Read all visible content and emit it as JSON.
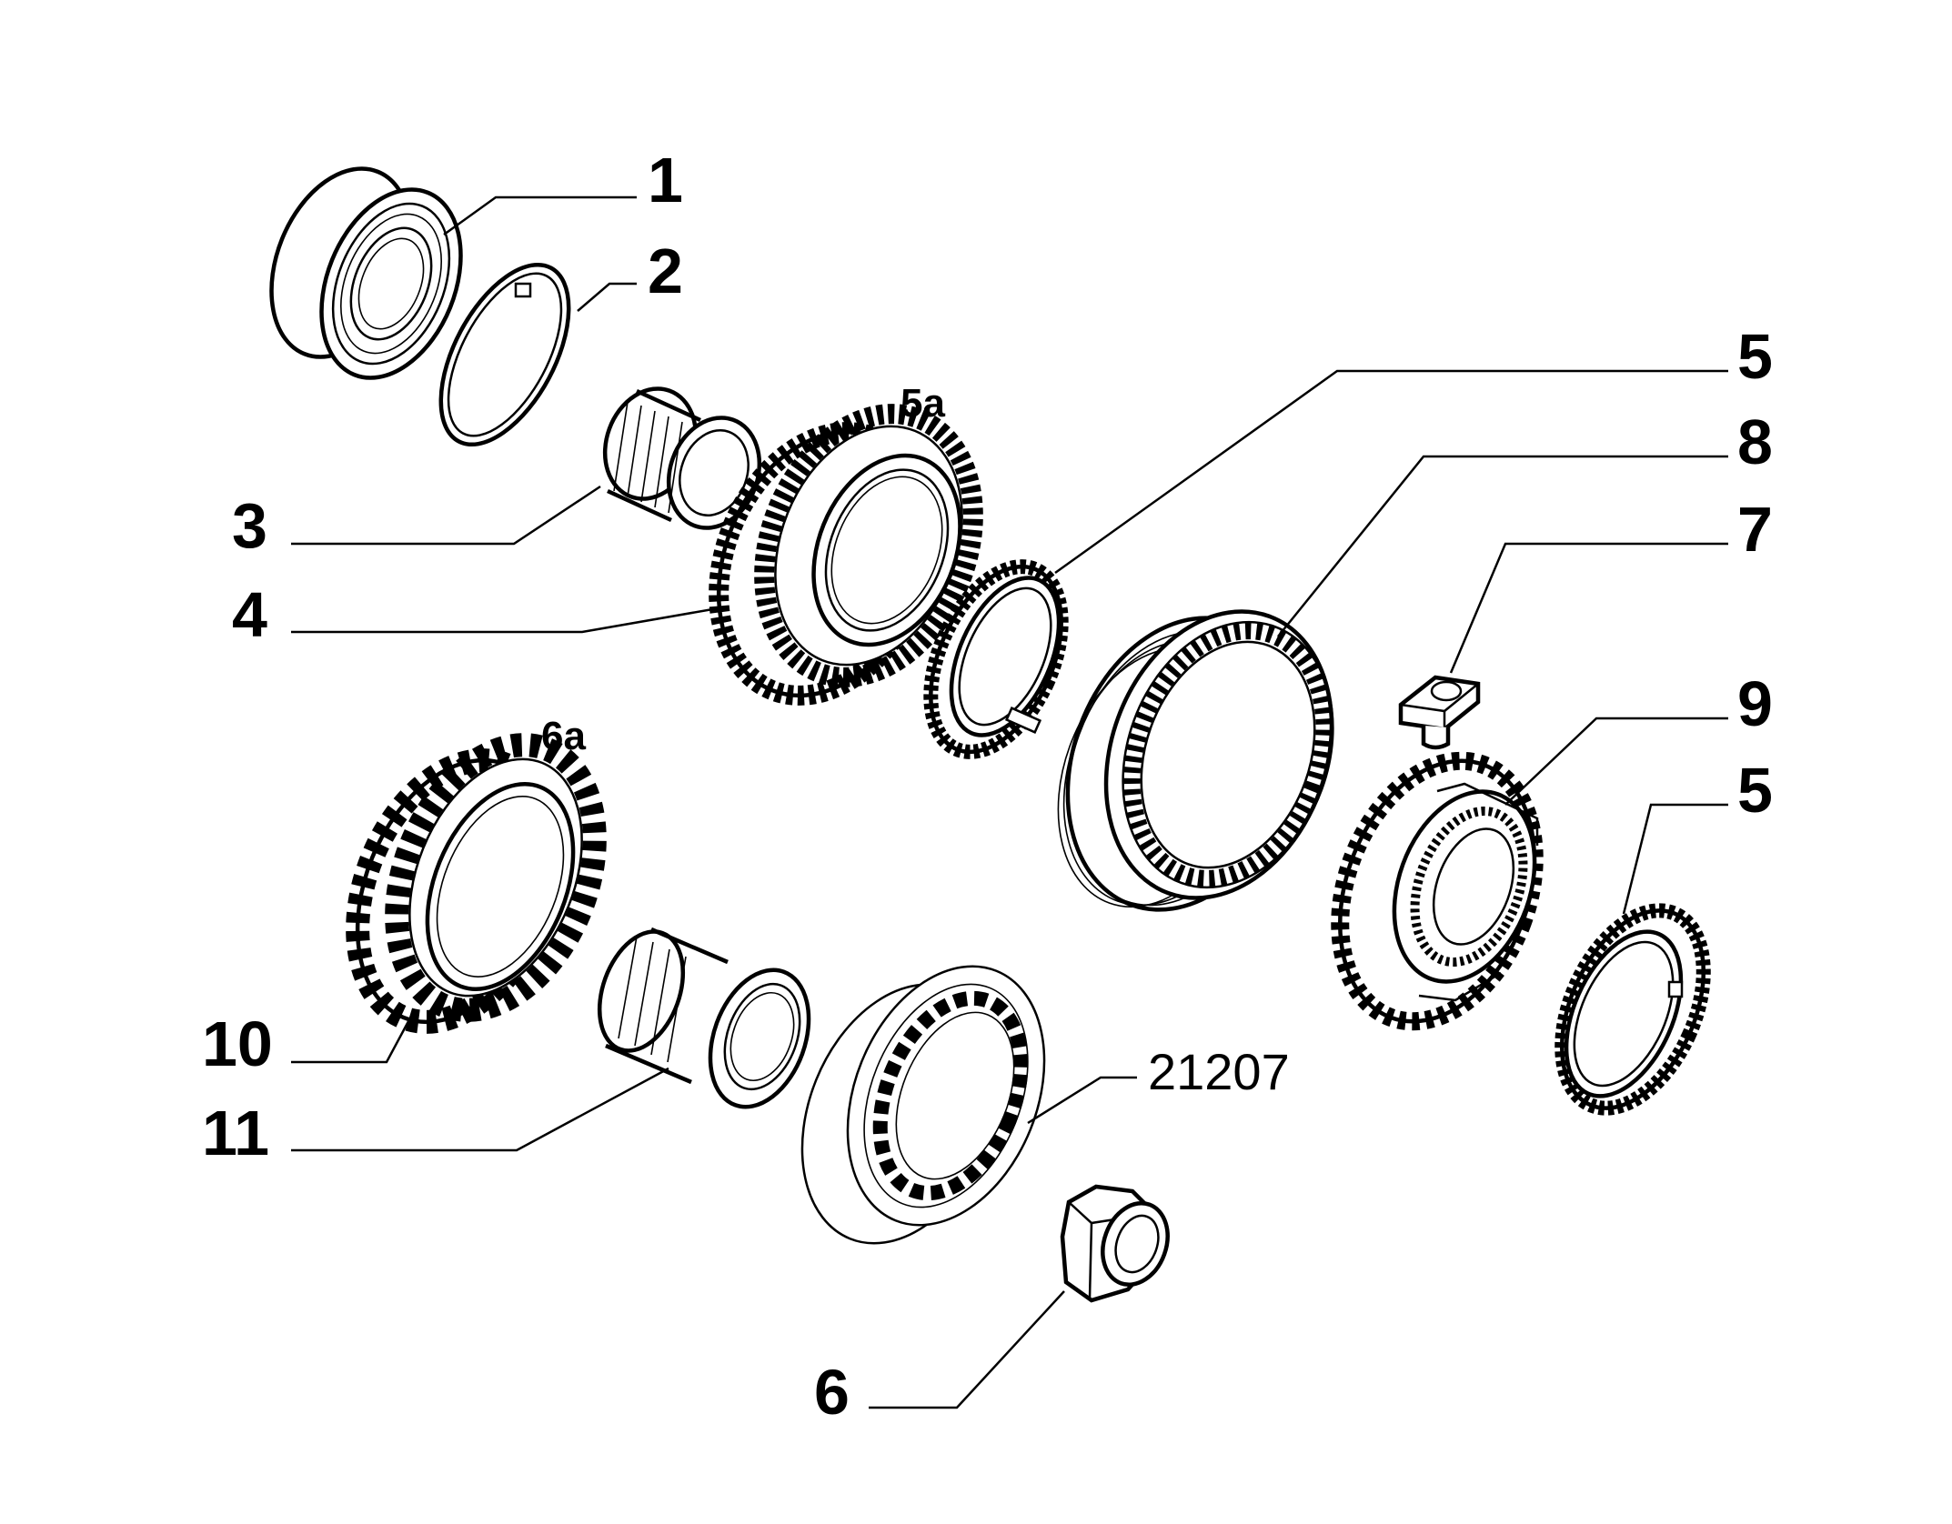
{
  "diagram": {
    "callouts": [
      {
        "id": "c1",
        "text": "1"
      },
      {
        "id": "c2",
        "text": "2"
      },
      {
        "id": "c3",
        "text": "3"
      },
      {
        "id": "c4",
        "text": "4"
      },
      {
        "id": "c5a",
        "text": "5a"
      },
      {
        "id": "c5top",
        "text": "5"
      },
      {
        "id": "c8",
        "text": "8"
      },
      {
        "id": "c7",
        "text": "7"
      },
      {
        "id": "c9",
        "text": "9"
      },
      {
        "id": "c5bot",
        "text": "5"
      },
      {
        "id": "c6a",
        "text": "6a"
      },
      {
        "id": "c10",
        "text": "10"
      },
      {
        "id": "c11",
        "text": "11"
      },
      {
        "id": "c21207",
        "text": "21207"
      },
      {
        "id": "c6",
        "text": "6"
      }
    ]
  }
}
